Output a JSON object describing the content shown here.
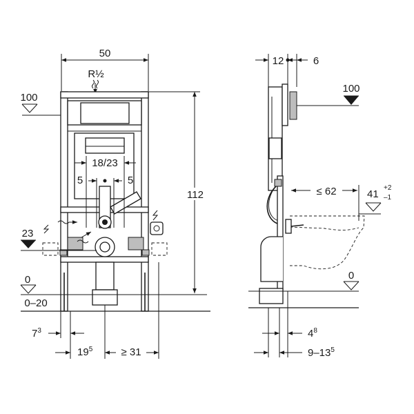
{
  "front_view": {
    "width": "50",
    "water_inlet": "R½",
    "height": "112",
    "centers": "18/23",
    "offset_left": "5",
    "offset_right": "5",
    "level_top": "100",
    "level_mid": "23",
    "level_floor": "0",
    "floor_range": "0–20",
    "dim_bottom_a": {
      "base": "7",
      "sup": "3"
    },
    "dim_bottom_b": {
      "base": "19",
      "sup": "5"
    },
    "dim_bottom_c": "≥ 31"
  },
  "side_view": {
    "depth_a": "12",
    "depth_b": "6",
    "level_top": "100",
    "projection": "≤ 62",
    "bowl_height": "41",
    "bowl_tol_plus": "+2",
    "bowl_tol_minus": "–1",
    "level_floor": "0",
    "dim_bottom_a": {
      "base": "4",
      "sup": "8"
    },
    "dim_bottom_b": {
      "base": "9–13",
      "sup": "5"
    }
  }
}
